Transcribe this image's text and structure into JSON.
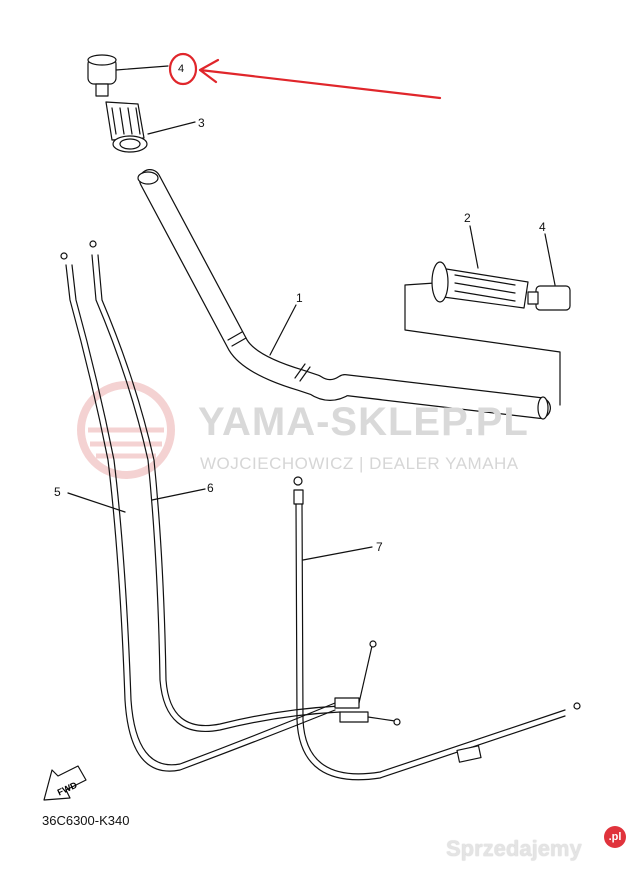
{
  "callouts": [
    "4",
    "3",
    "2",
    "4",
    "1",
    "5",
    "6",
    "7"
  ],
  "highlight_color": "#e0262b",
  "watermark": {
    "title": "YAMA-SKLEP.PL",
    "subtitle": "WOJCIECHOWICZ | DEALER YAMAHA"
  },
  "fwd_label": "FWD",
  "diagram_code": "36C6300-K340",
  "site_brand": {
    "name": "Sprzedajemy",
    "suffix": ".pl"
  }
}
